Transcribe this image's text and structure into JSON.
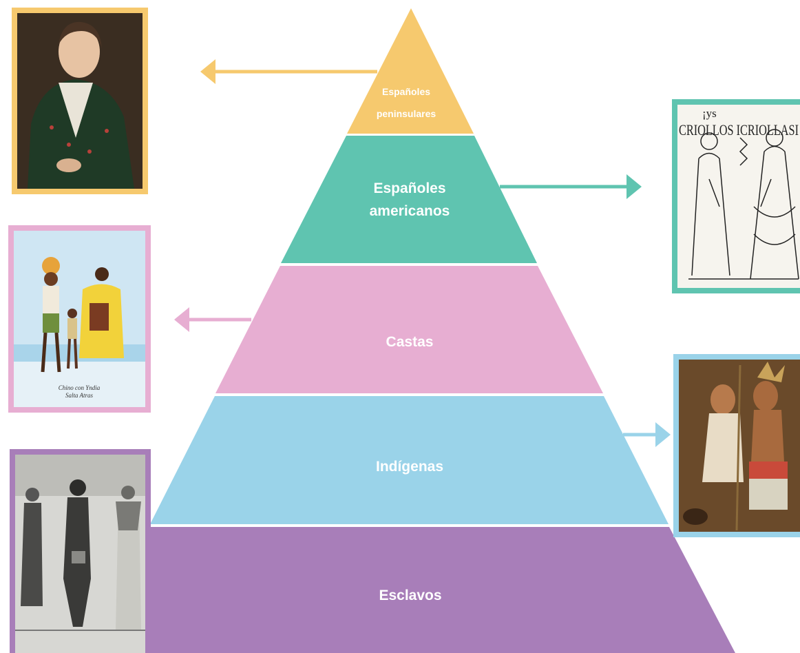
{
  "pyramid": {
    "levels": [
      {
        "id": "peninsulares",
        "label_lines": [
          "Españoles",
          "peninsulares"
        ],
        "color": "#f6c96e"
      },
      {
        "id": "americanos",
        "label_lines": [
          "Españoles",
          "americanos"
        ],
        "color": "#5fc4b0"
      },
      {
        "id": "castas",
        "label_lines": [
          "Castas"
        ],
        "color": "#e7aed2"
      },
      {
        "id": "indigenas",
        "label_lines": [
          "Indígenas"
        ],
        "color": "#9ad3e9"
      },
      {
        "id": "esclavos",
        "label_lines": [
          "Esclavos"
        ],
        "color": "#a87eb9"
      }
    ]
  },
  "images": {
    "peninsular_portrait": {
      "frame_color": "#f6c96e"
    },
    "criollos_engraving": {
      "frame_color": "#5fc4b0",
      "caption": "CRIOLLOS ICRIOLLASI",
      "caption_top": "¡ys"
    },
    "castas_painting": {
      "frame_color": "#e7aed2",
      "caption_line1": "Chino con Yndia",
      "caption_line2": "Salta Atras"
    },
    "esclavos_engraving": {
      "frame_color": "#a87eb9"
    },
    "indigenas_painting": {
      "frame_color": "#9ad3e9"
    }
  },
  "arrows": {
    "peninsulares": {
      "color": "#f6c96e"
    },
    "americanos": {
      "color": "#5fc4b0"
    },
    "castas": {
      "color": "#e7aed2"
    },
    "indigenas": {
      "color": "#9ad3e9"
    }
  }
}
